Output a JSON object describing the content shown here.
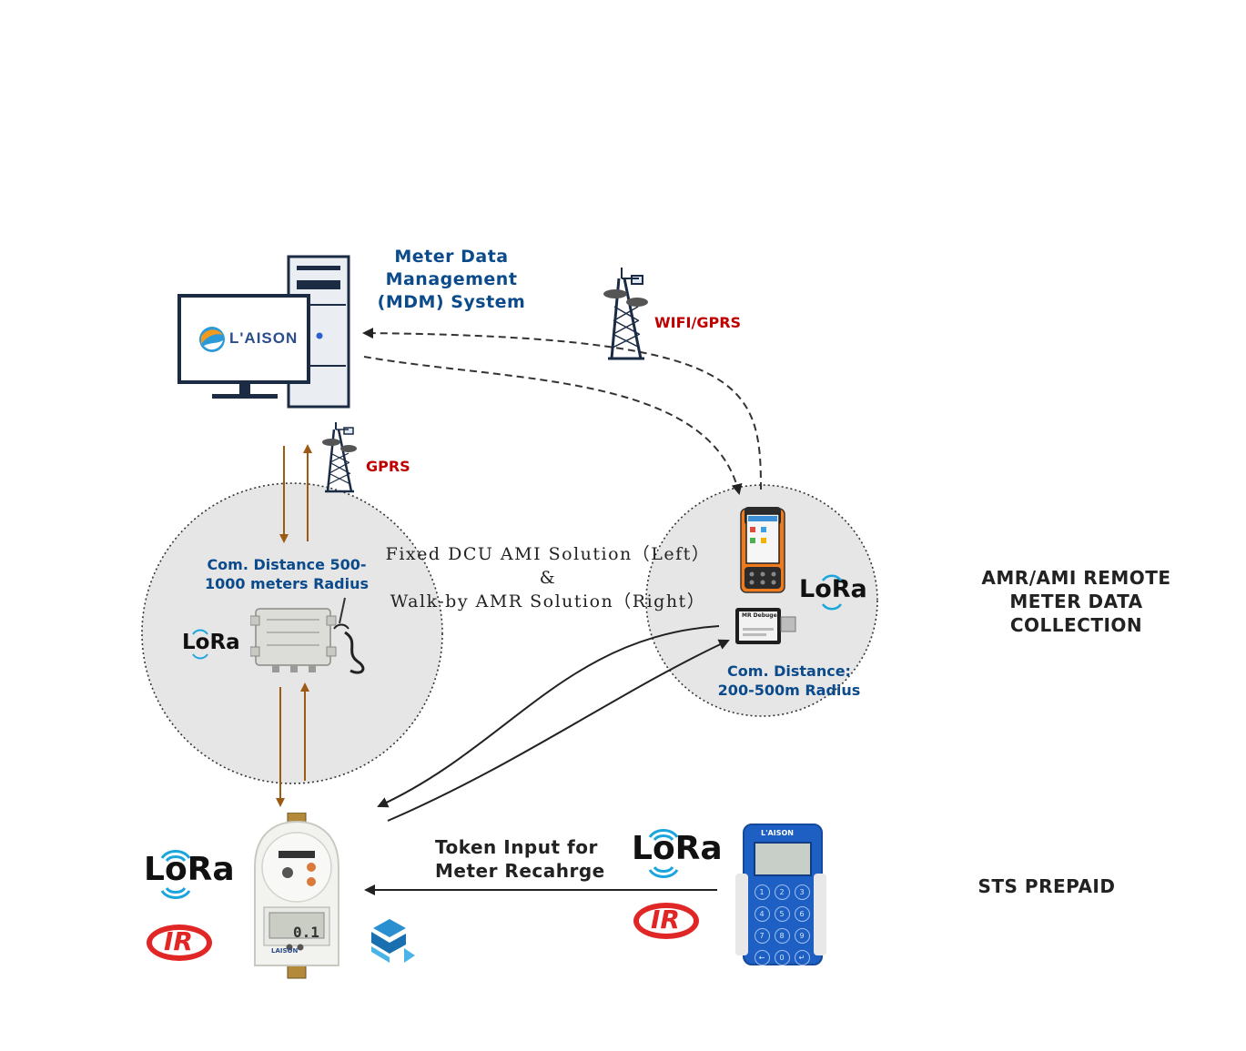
{
  "mdm": {
    "title_line1": "Meter Data",
    "title_line2": "Management",
    "title_line3": "(MDM) System",
    "logo_text": "L'AISON"
  },
  "links": {
    "wifi_gprs": "WIFI/GPRS",
    "gprs": "GPRS"
  },
  "dcu": {
    "distance_line1": "Com. Distance 500-",
    "distance_line2": "1000 meters Radius",
    "lora": "LoRa"
  },
  "center": {
    "line1": "Fixed DCU AMI Solution（Left）",
    "line2": "&",
    "line3": "Walk-by AMR Solution（Right）"
  },
  "walkby": {
    "distance_line1": "Com. Distance:",
    "distance_line2": "200-500m Radius",
    "lora": "LoRa",
    "dongle_label": "MR Debuger"
  },
  "side_titles": {
    "amr_line1": "AMR/AMI REMOTE",
    "amr_line2": "METER DATA",
    "amr_line3": "COLLECTION",
    "sts": "STS PREPAID"
  },
  "token": {
    "line1": "Token Input for",
    "line2": "Meter Recahrge"
  },
  "meter": {
    "lora": "LoRa",
    "ir": "IR",
    "display": "0.1",
    "brand": "LAISON"
  },
  "keypad": {
    "brand": "L'AISON",
    "lora": "LoRa",
    "ir": "IR",
    "keys": [
      "1",
      "2",
      "3",
      "4",
      "5",
      "6",
      "7",
      "8",
      "9",
      "←",
      "0",
      "↵"
    ]
  },
  "colors": {
    "brand_blue": "#0b4a8b",
    "accent_red": "#c00000",
    "arrow_brown": "#9c5a14",
    "zone_grey": "#e6e6e6"
  }
}
